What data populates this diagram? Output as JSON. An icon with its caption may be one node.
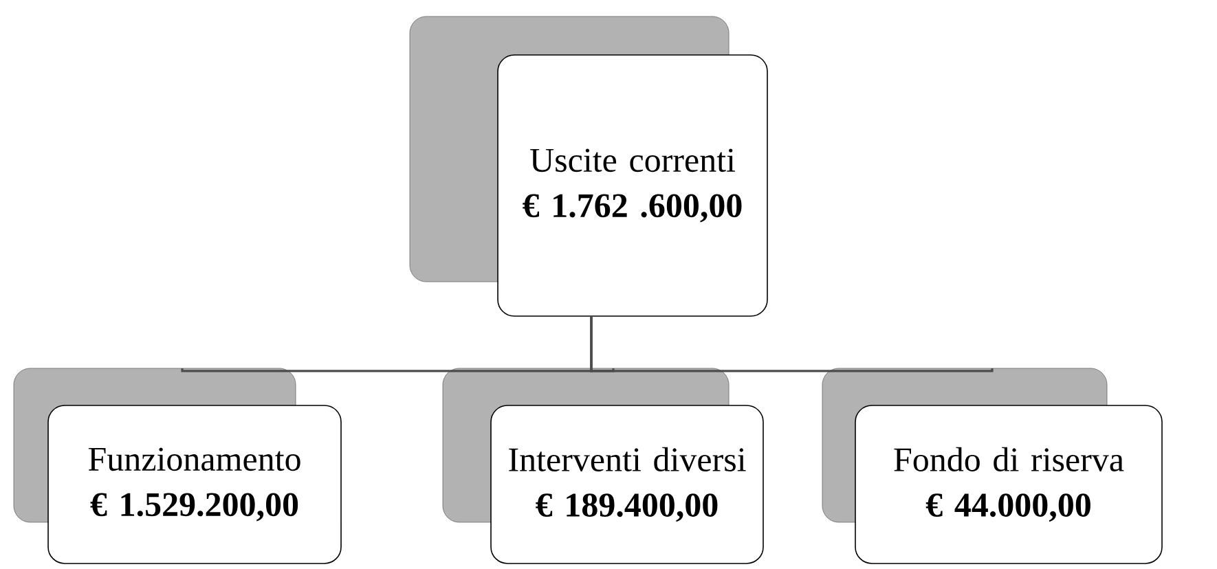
{
  "diagram": {
    "nodes": [
      {
        "text": [
          "Uscite correnti",
          "€ 1.762 .600,00"
        ]
      },
      {
        "text": [
          "Funzionamento",
          "€ 1.529.200,00"
        ]
      },
      {
        "text": [
          "Interventi diversi",
          "€ 189.400,00"
        ]
      },
      {
        "text": [
          "Fondo di riserva",
          "€ 44.000,00"
        ]
      }
    ],
    "edges": [
      {
        "from": 0,
        "to": 1,
        "arrow": "none"
      },
      {
        "from": 0,
        "to": 2,
        "arrow": "none"
      },
      {
        "from": 0,
        "to": 3,
        "arrow": "none"
      }
    ]
  }
}
